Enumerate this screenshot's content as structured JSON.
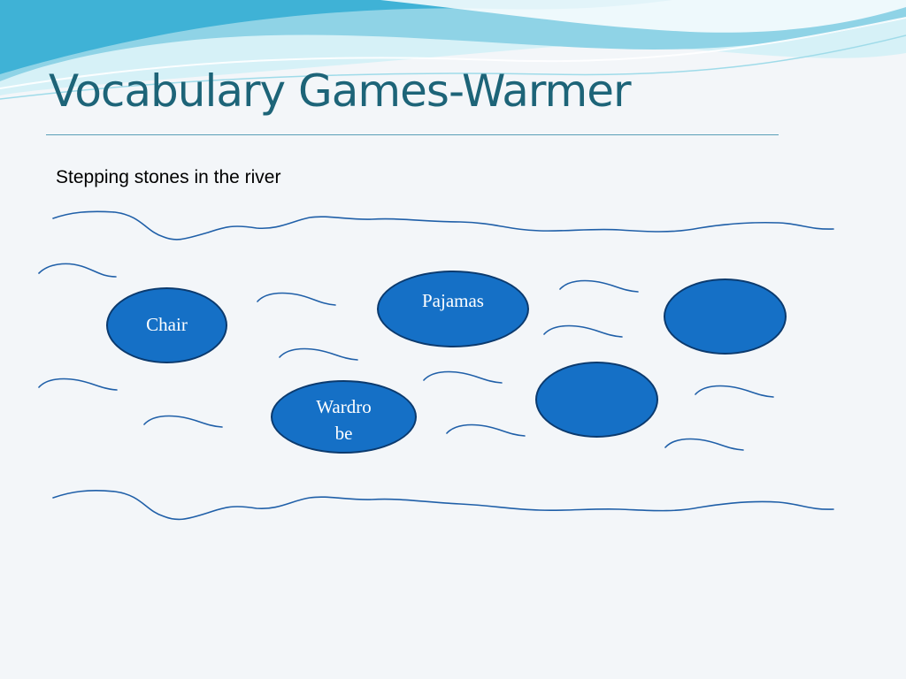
{
  "slide": {
    "title": "Vocabulary Games-Warmer",
    "subtitle": "Stepping stones in the river"
  },
  "stones": {
    "chair": "Chair",
    "pajamas": "Pajamas",
    "wardrobe": "Wardro\nbe",
    "blank_1": "",
    "blank_2": ""
  },
  "colors": {
    "title": "#1d6478",
    "title_rule": "#5a9fb8",
    "stone_fill": "#1570c6",
    "stone_border": "#0b3a6e",
    "river_line": "#1f5fa8",
    "wave_light": "#bfeaf3",
    "wave_mid": "#6cc6e0",
    "wave_deep": "#2aa6cf"
  }
}
